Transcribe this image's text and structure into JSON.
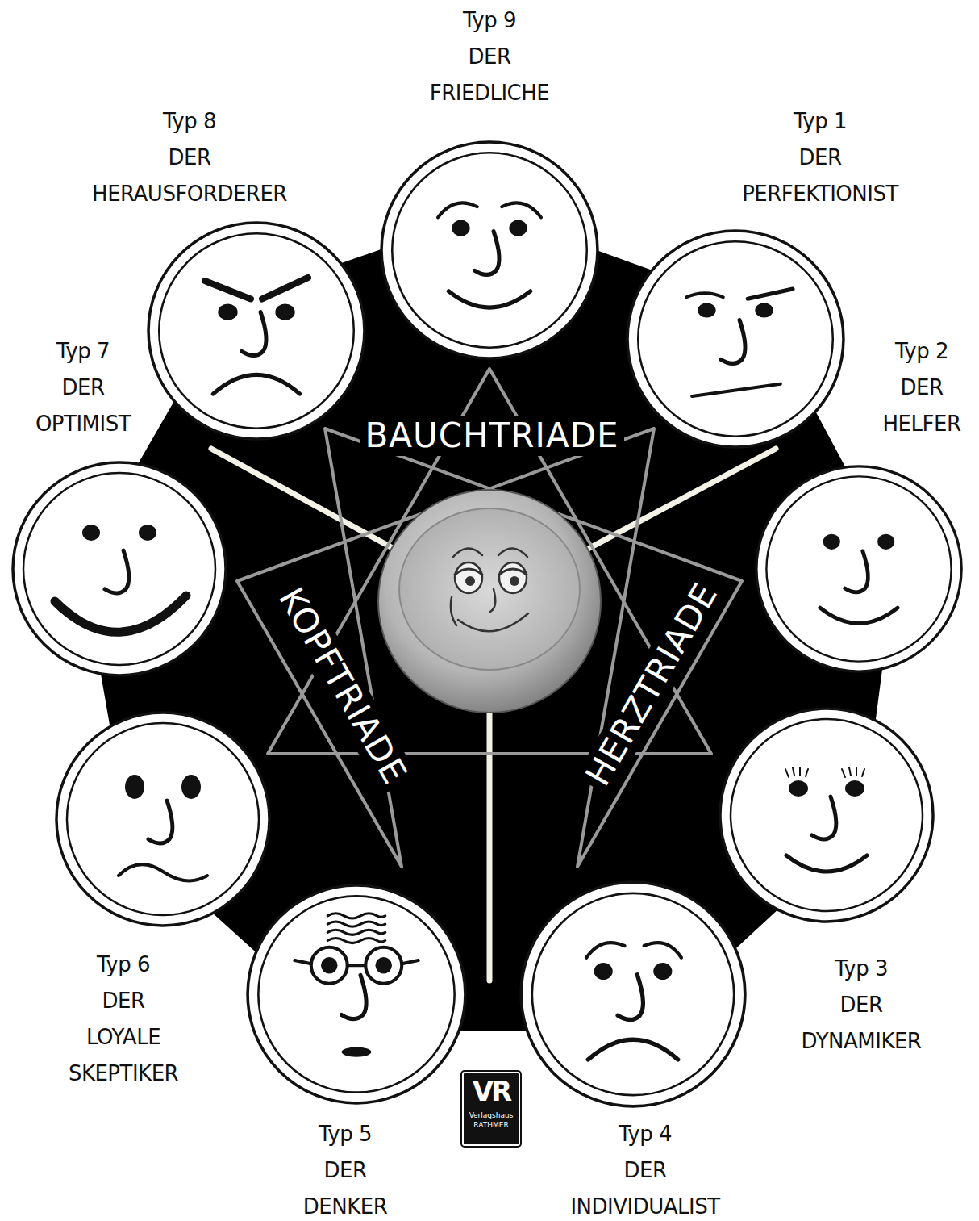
{
  "diagram": {
    "nodes": [
      {
        "text": [
          "Typ 1",
          "DER PERFEKTIONIST"
        ]
      },
      {
        "text": [
          "Typ 2",
          "DER HELFER"
        ]
      },
      {
        "text": [
          "Typ 3",
          "DER DYNAMIKER"
        ]
      },
      {
        "text": [
          "Typ 4",
          "DER INDIVIDUALIST"
        ]
      },
      {
        "text": [
          "Typ 5",
          "DER DENKER"
        ]
      },
      {
        "text": [
          "Typ 6",
          "DER LOYALE SKEPTIKER"
        ]
      },
      {
        "text": [
          "Typ 7",
          "DER OPTIMIST"
        ]
      },
      {
        "text": [
          "Typ 8",
          "DER HERAUSFORDERER"
        ]
      },
      {
        "text": [
          "Typ 9",
          "DER FRIEDLICHE"
        ]
      }
    ],
    "labels": [
      "BAUCHTRIADE",
      "KOPFTRIADE",
      "HERZTRIADE",
      "VR",
      "Verlagshaus RATHMER"
    ]
  }
}
